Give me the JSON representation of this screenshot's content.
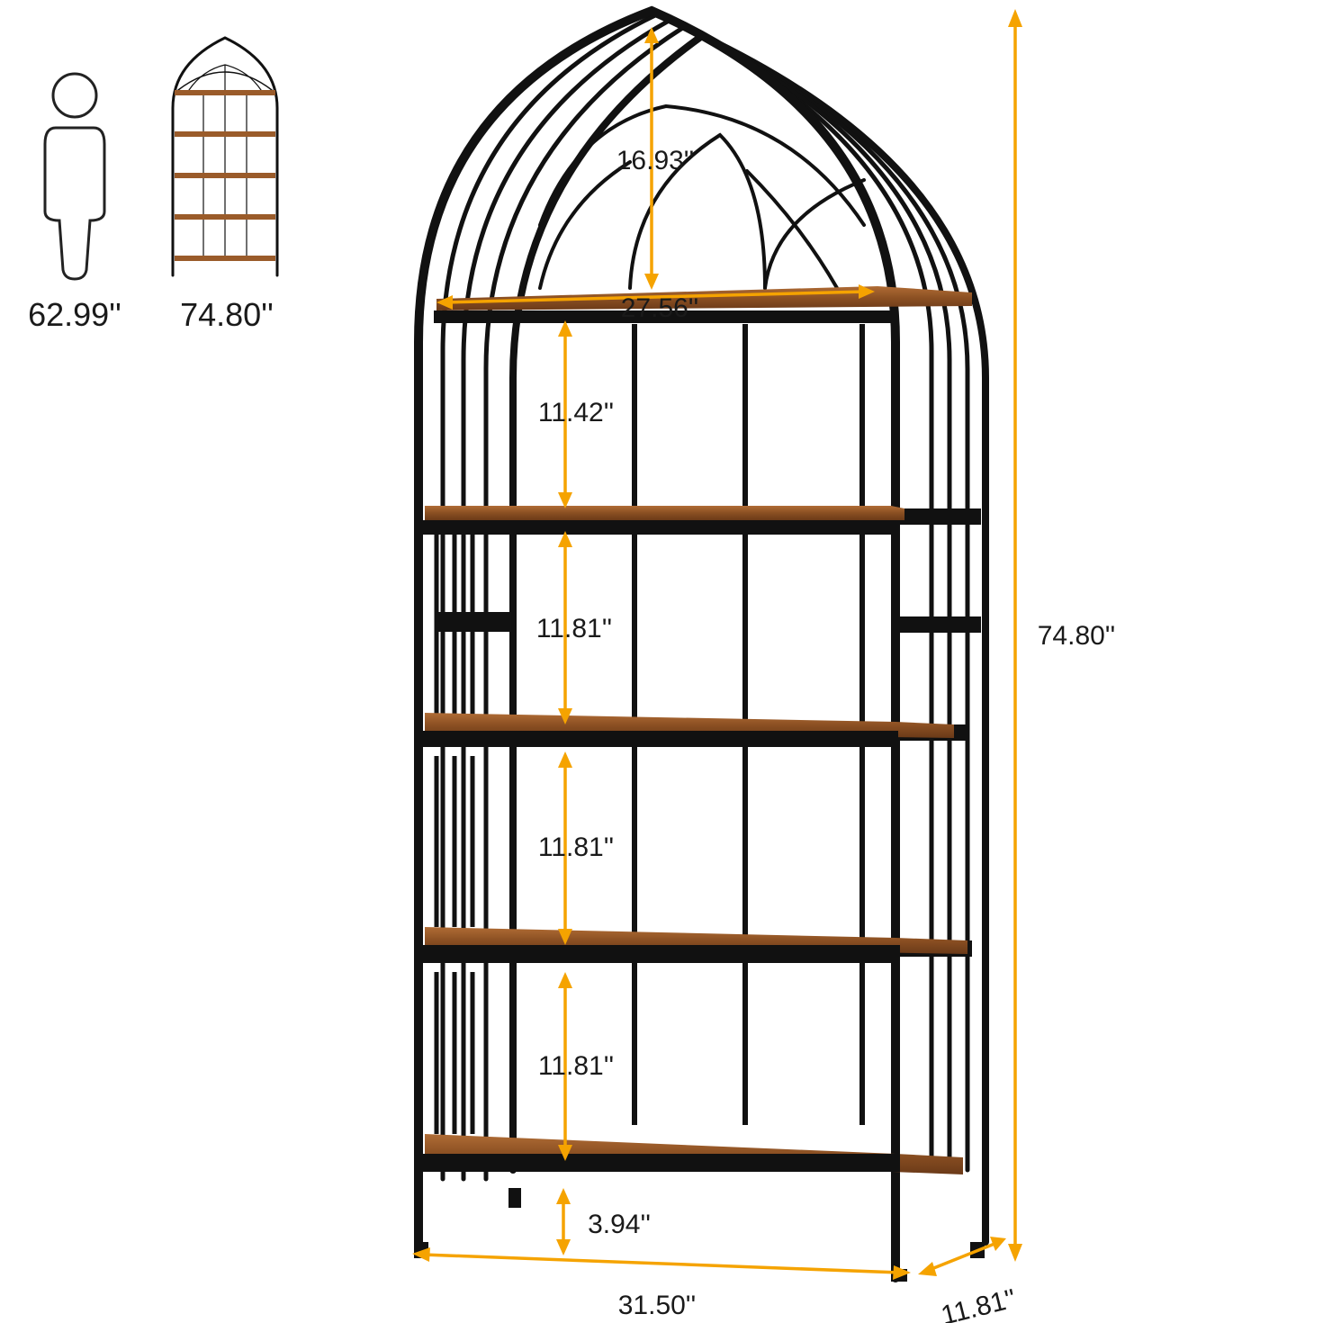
{
  "comparison": {
    "person_height": "62.99''",
    "shelf_height": "74.80''"
  },
  "dimensions": {
    "arch_height": "16.93''",
    "top_shelf_width": "27.56''",
    "gap_1": "11.42''",
    "gap_2": "11.81''",
    "gap_3": "11.81''",
    "gap_4": "11.81''",
    "bottom_clearance": "3.94''",
    "total_height": "74.80''",
    "width": "31.50''",
    "depth": "11.81''"
  },
  "colors": {
    "frame": "#111111",
    "wood": "#9a5b2a",
    "accent": "#f5a300"
  }
}
